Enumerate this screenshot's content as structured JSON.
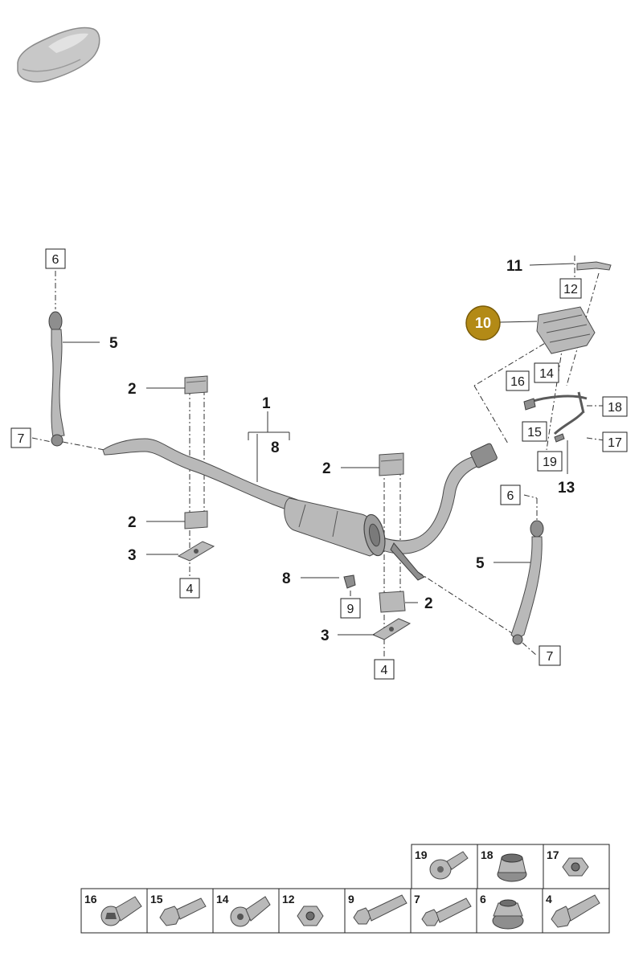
{
  "callouts": {
    "p1": "1",
    "p2a": "2",
    "p2b": "2",
    "p2c": "2",
    "p2d": "2",
    "p3a": "3",
    "p3b": "3",
    "p5a": "5",
    "p5b": "5",
    "p8a": "8",
    "p8b": "8",
    "p10": "10",
    "p11": "11",
    "p13": "13"
  },
  "boxes": {
    "b6a": "6",
    "b6b": "6",
    "b7a": "7",
    "b7b": "7",
    "b4a": "4",
    "b4b": "4",
    "b9": "9",
    "b12": "12",
    "b14": "14",
    "b15": "15",
    "b16": "16",
    "b17": "17",
    "b18": "18",
    "b19": "19"
  },
  "highlight_color": "#b38a16",
  "fastener_table": {
    "top_row": [
      "19",
      "18",
      "17"
    ],
    "bottom_row": [
      "16",
      "15",
      "14",
      "12",
      "9",
      "7",
      "6",
      "4"
    ]
  }
}
